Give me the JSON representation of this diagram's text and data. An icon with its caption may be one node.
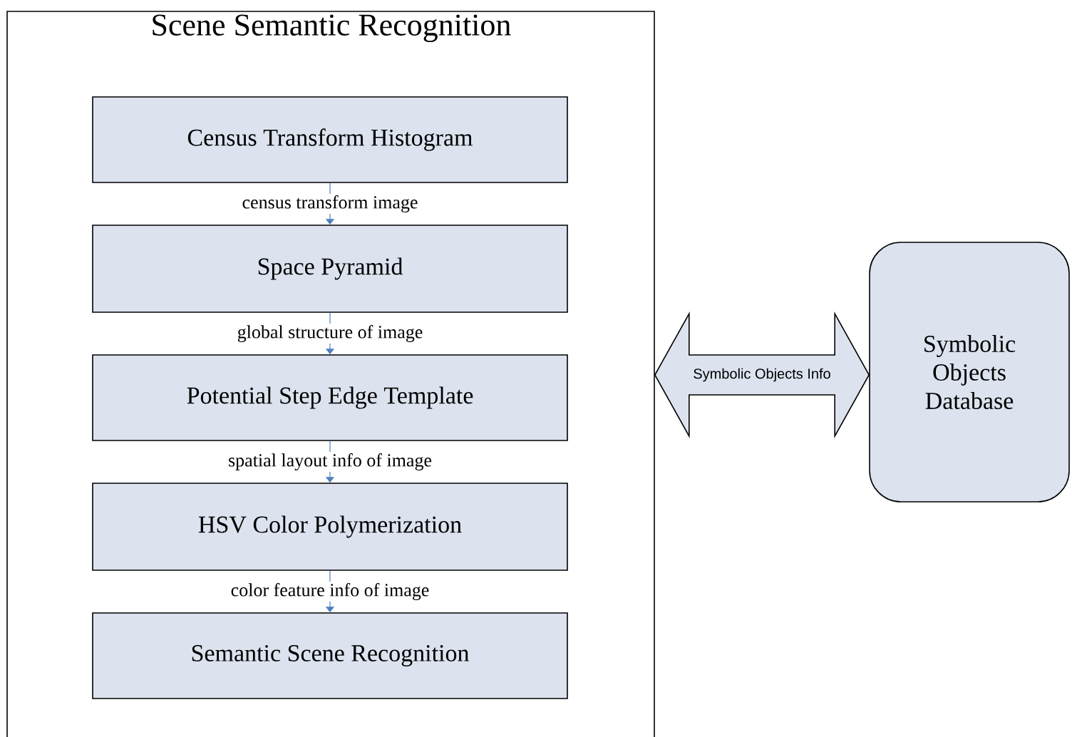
{
  "diagram": {
    "nodes": [
      {
        "text": [
          "Scene Semantic Recognition"
        ]
      },
      {
        "text": [
          "Census Transform Histogram"
        ],
        "in": 0
      },
      {
        "text": [
          "Space Pyramid"
        ],
        "in": 0
      },
      {
        "text": [
          "Potential Step Edge Template"
        ],
        "in": 0
      },
      {
        "text": [
          "HSV Color Polymerization"
        ],
        "in": 0
      },
      {
        "text": [
          "Semantic Scene Recognition"
        ],
        "in": 0
      },
      {
        "text": [
          "Symbolic Objects Database"
        ]
      }
    ],
    "edges": [
      {
        "from": 1,
        "to": 2,
        "arrow": "to",
        "label": "census transform image"
      },
      {
        "from": 2,
        "to": 3,
        "arrow": "to",
        "label": "global structure of image"
      },
      {
        "from": 3,
        "to": 4,
        "arrow": "to",
        "label": "spatial layout info of image"
      },
      {
        "from": 4,
        "to": 5,
        "arrow": "to",
        "label": "color feature info of image"
      },
      {
        "from": 0,
        "to": 6,
        "arrow": "both",
        "label": "Symbolic Objects Info",
        "style": "thick",
        "color": "#000000"
      }
    ]
  }
}
